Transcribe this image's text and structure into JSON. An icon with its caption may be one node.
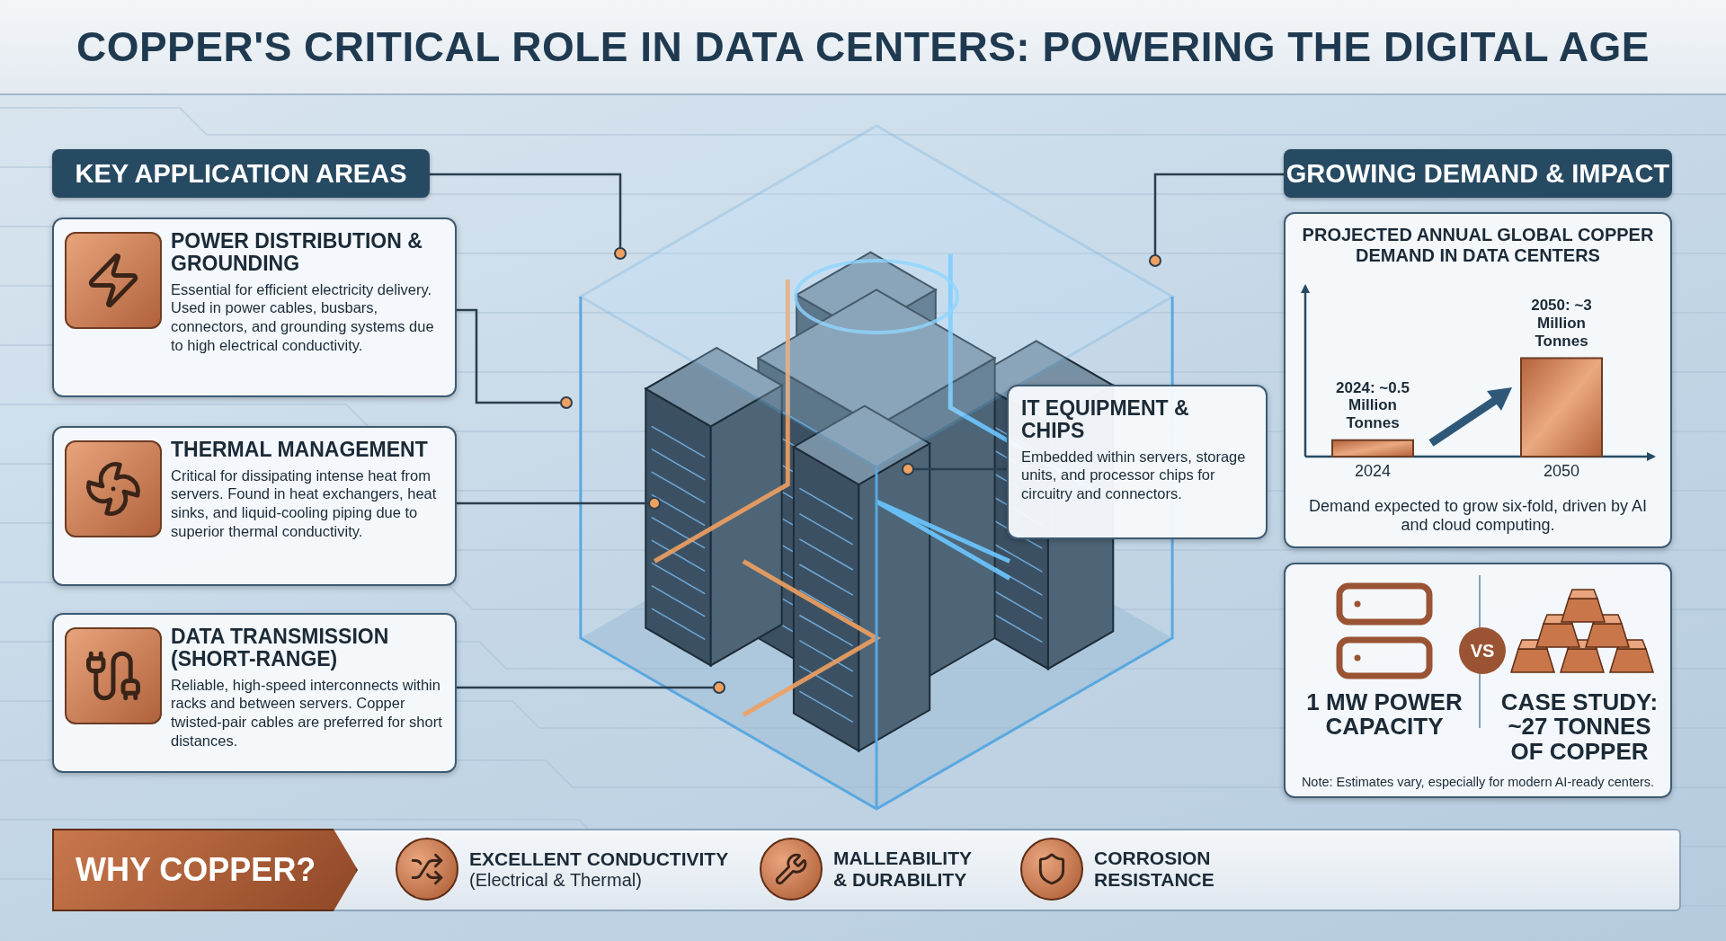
{
  "diagram": {
    "title": "COPPER'S CRITICAL ROLE IN DATA CENTERS: POWERING THE DIGITAL AGE",
    "nodes": [
      {
        "text": [
          "KEY APPLICATION AREAS"
        ]
      },
      {
        "text": [
          "POWER DISTRIBUTION & GROUNDING",
          "Essential for efficient electricity delivery. Used in power cables, busbars, connectors, and grounding systems due to high electrical conductivity."
        ]
      },
      {
        "text": [
          "THERMAL MANAGEMENT",
          "Critical for dissipating intense heat from servers. Found in heat exchangers, heat sinks, and liquid-cooling piping due to superior thermal conductivity."
        ]
      },
      {
        "text": [
          "DATA TRANSMISSION (SHORT-RANGE)",
          "Reliable, high-speed interconnects within racks and between servers. Copper twisted-pair cables are preferred for short distances."
        ]
      },
      {
        "text": [
          "IT EQUIPMENT & CHIPS",
          "Embedded within servers, storage units, and processor chips for circuitry and connectors."
        ]
      },
      {
        "text": [
          "GROWING DEMAND & IMPACT"
        ]
      },
      {
        "text": [
          "PROJECTED ANNUAL GLOBAL COPPER DEMAND IN DATA CENTERS",
          "Demand expected to grow six-fold, driven by AI and cloud computing."
        ]
      },
      {
        "text": [
          "1 MW POWER CAPACITY",
          "CASE STUDY: ~27 TONNES OF COPPER",
          "Note: Estimates vary, especially for modern AI-ready centers."
        ]
      },
      {
        "text": [
          "VS"
        ],
        "in": 7
      },
      {
        "text": [
          "WHY COPPER?"
        ]
      }
    ],
    "edges": [
      {
        "from": 0,
        "to": null,
        "arrow": "other"
      },
      {
        "from": 1,
        "to": null,
        "arrow": "other"
      },
      {
        "from": 2,
        "to": null,
        "arrow": "other"
      },
      {
        "from": 3,
        "to": null,
        "arrow": "other"
      },
      {
        "from": 4,
        "to": null,
        "arrow": "other"
      },
      {
        "from": 5,
        "to": null,
        "arrow": "other"
      }
    ],
    "labels": [
      "EXCELLENT CONDUCTIVITY",
      "(Electrical & Thermal)",
      "MALLEABILITY & DURABILITY",
      "CORROSION RESISTANCE"
    ],
    "chart_data": {
      "type": "bar",
      "categories": [
        "2024",
        "2050"
      ],
      "values": [
        0.5,
        3
      ],
      "value_labels": [
        "2024: ~0.5 Million Tonnes",
        "2050: ~3 Million Tonnes"
      ]
    }
  }
}
